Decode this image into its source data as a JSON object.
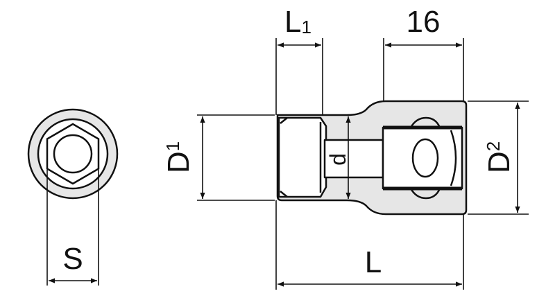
{
  "labels": {
    "s": "S",
    "l1_main": "L",
    "l1_sub": "1",
    "top_dim": "16",
    "d1_main": "D",
    "d1_sub": "1",
    "d_small": "d",
    "d2_main": "D",
    "d2_sub": "2",
    "l": "L"
  },
  "colors": {
    "stroke": "#111111",
    "shade": "#e6e6e6",
    "background": "#ffffff"
  }
}
